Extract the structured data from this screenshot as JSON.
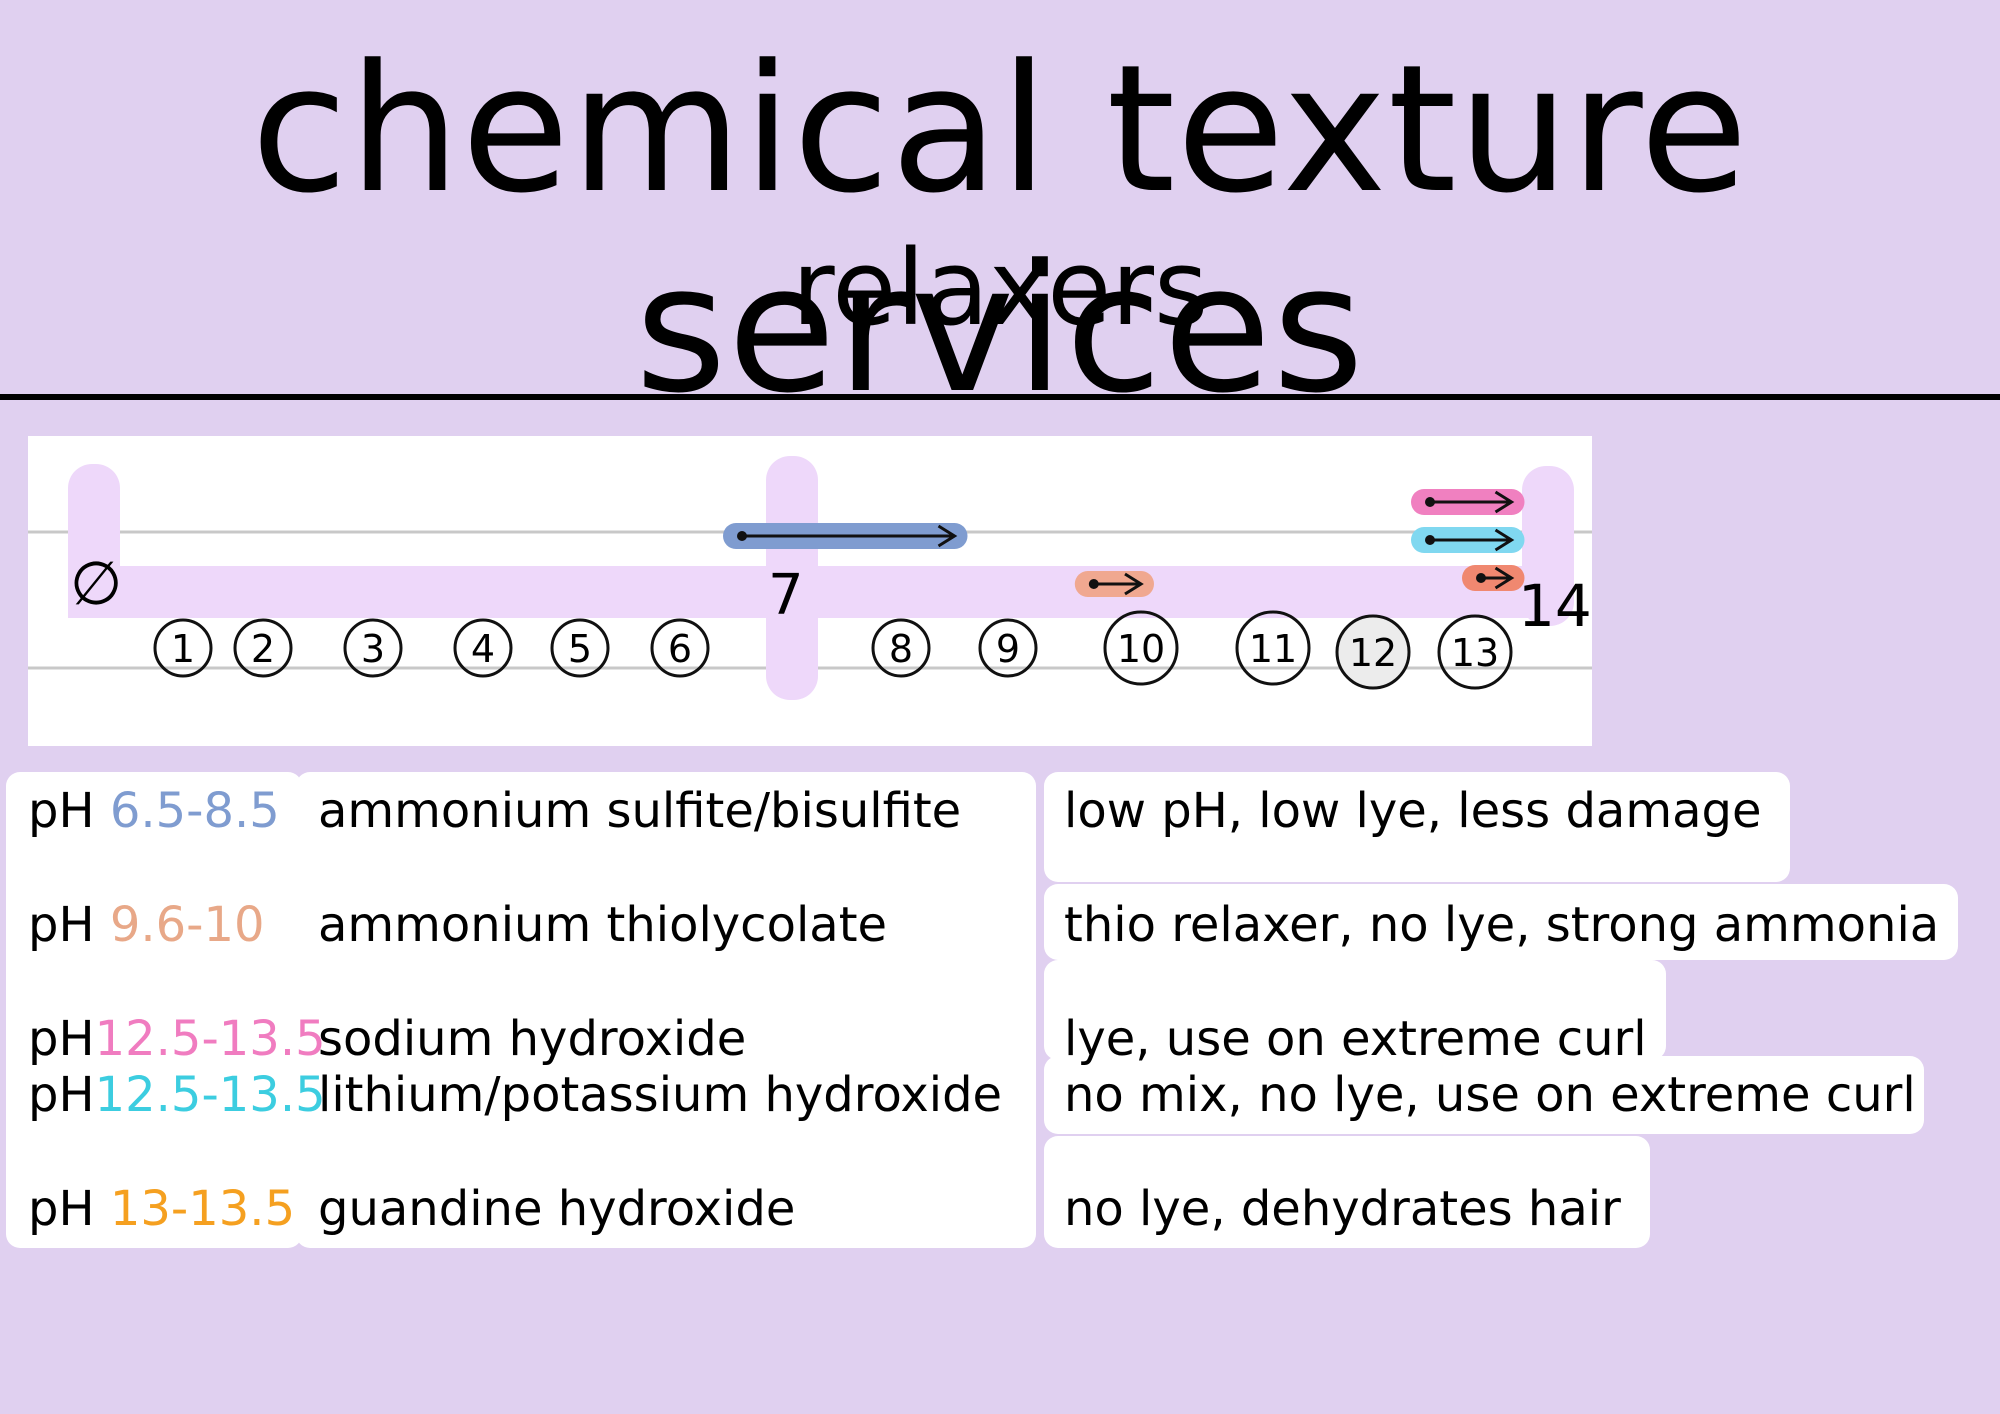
{
  "header": {
    "title": "chemical texture services",
    "subtitle": "relaxers"
  },
  "scale": {
    "zero_label": "∅",
    "seven_label": "7",
    "fourteen_label": "14",
    "circled_numbers": [
      "1",
      "2",
      "3",
      "4",
      "5",
      "6",
      "8",
      "9",
      "10",
      "11",
      "12",
      "13"
    ],
    "arrows": [
      {
        "from": 6.5,
        "to": 8.5,
        "color": "#7f9cd0"
      },
      {
        "from": 9.6,
        "to": 10,
        "color": "#f0a890"
      },
      {
        "from": 12.5,
        "to": 13.5,
        "color": "#f080c0"
      },
      {
        "from": 12.5,
        "to": 13.5,
        "color": "#80d8f0"
      },
      {
        "from": 13,
        "to": 13.5,
        "color": "#f08870"
      }
    ]
  },
  "rows": [
    {
      "ph_prefix": "pH ",
      "ph_range": "6.5-8.5",
      "ph_color": "#7f9cd0",
      "chemical": "ammonium sulfite/bisulfite",
      "note": "low pH, low lye, less damage"
    },
    {
      "ph_prefix": "pH ",
      "ph_range": "9.6-10",
      "ph_color": "#e8a888",
      "chemical": "ammonium thiolycolate",
      "note": "thio relaxer, no lye, strong ammonia"
    },
    {
      "ph_prefix": "pH",
      "ph_range": "12.5-13.5",
      "ph_color": "#f07cc0",
      "chemical": "sodium hydroxide",
      "note": "lye, use on extreme curl"
    },
    {
      "ph_prefix": "pH",
      "ph_range": "12.5-13.5",
      "ph_color": "#3ccde0",
      "chemical": "lithium/potassium hydroxide",
      "note": "no mix, no lye, use on extreme curl"
    },
    {
      "ph_prefix": "pH ",
      "ph_range": "13-13.5",
      "ph_color": "#f5a020",
      "chemical": "guandine hydroxide",
      "note": "no lye, dehydrates hair"
    }
  ]
}
